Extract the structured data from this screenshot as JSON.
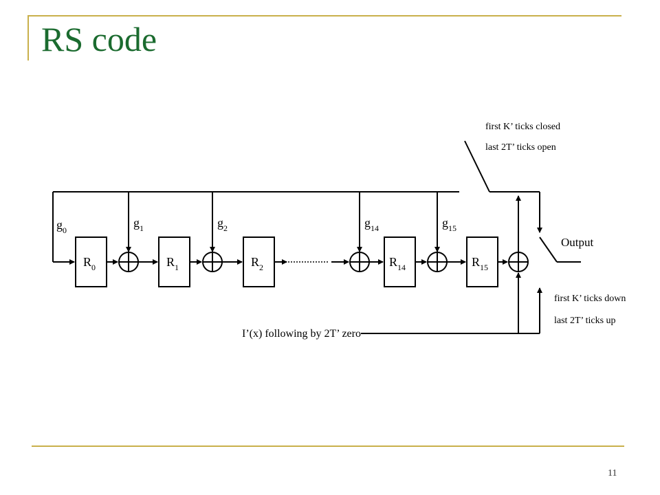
{
  "slide": {
    "title": "RS code",
    "page_number": "11",
    "accent_color": "#c9b04a",
    "title_color": "#1b6b2f"
  },
  "diagram": {
    "coefficients": [
      {
        "base": "g",
        "sub": "0"
      },
      {
        "base": "g",
        "sub": "1"
      },
      {
        "base": "g",
        "sub": "2"
      },
      {
        "base": "g",
        "sub": "14"
      },
      {
        "base": "g",
        "sub": "15"
      }
    ],
    "registers": [
      {
        "base": "R",
        "sub": "0"
      },
      {
        "base": "R",
        "sub": "1"
      },
      {
        "base": "R",
        "sub": "2"
      },
      {
        "base": "R",
        "sub": "14"
      },
      {
        "base": "R",
        "sub": "15"
      }
    ],
    "switch_top_label": [
      "first K’ ticks closed",
      "last 2T’ ticks open"
    ],
    "switch_bottom_label": [
      "first K’ ticks down",
      "last 2T’ ticks up"
    ],
    "output_label": "Output",
    "input_label": "I’(x) following by 2T’ zero"
  }
}
